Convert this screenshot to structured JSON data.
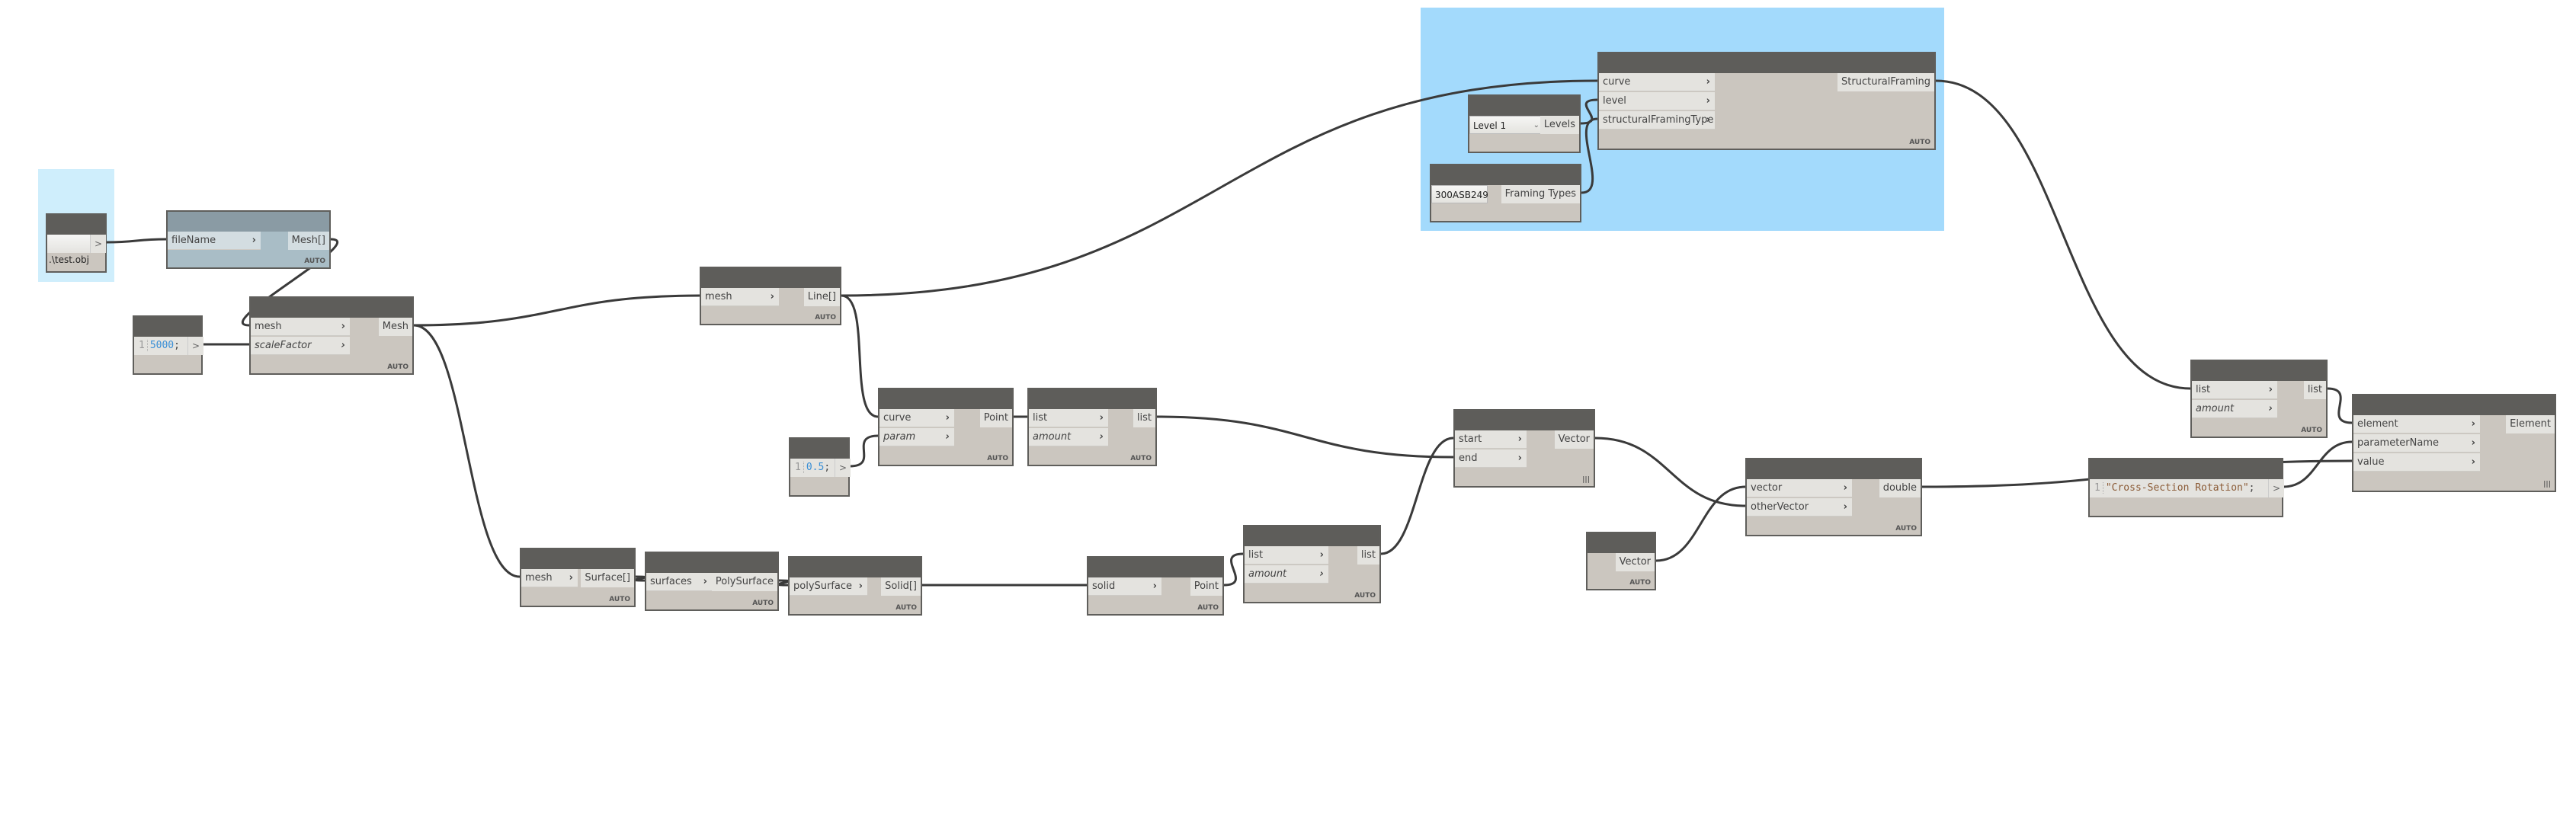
{
  "canvas": {
    "groups": [
      {
        "id": "g-file",
        "color": "#cfeefc"
      },
      {
        "id": "g-framing",
        "color": "#a3dafc"
      }
    ]
  },
  "nodes": {
    "file_path": {
      "value": ".\\test.obj",
      "button": ">"
    },
    "import_file": {
      "inputs": [
        "fileName"
      ],
      "output": "Mesh[]",
      "lacing": "AUTO"
    },
    "scale_code": {
      "line": "1",
      "value": "5000",
      "semi": ";",
      "button": ">"
    },
    "mesh_scale": {
      "inputs": [
        "mesh",
        "scaleFactor"
      ],
      "output": "Mesh",
      "lacing": "AUTO"
    },
    "mesh_edges": {
      "inputs": [
        "mesh"
      ],
      "output": "Line[]",
      "lacing": "AUTO"
    },
    "param_code": {
      "line": "1",
      "value": "0.5",
      "semi": ";",
      "button": ">"
    },
    "point_at_param": {
      "inputs": [
        "curve",
        "param"
      ],
      "output": "Point",
      "lacing": "AUTO"
    },
    "list_a": {
      "inputs": [
        "list",
        "amount"
      ],
      "output": "list",
      "lacing": "AUTO"
    },
    "mesh_to_surface": {
      "inputs": [
        "mesh"
      ],
      "output": "Surface[]",
      "lacing": "AUTO"
    },
    "polysurface": {
      "inputs": [
        "surfaces"
      ],
      "output": "PolySurface",
      "lacing": "AUTO"
    },
    "solid": {
      "inputs": [
        "polySurface"
      ],
      "output": "Solid[]",
      "lacing": "AUTO"
    },
    "centroid": {
      "inputs": [
        "solid"
      ],
      "output": "Point",
      "lacing": "AUTO"
    },
    "list_b": {
      "inputs": [
        "list",
        "amount"
      ],
      "output": "list",
      "lacing": "AUTO"
    },
    "vector_two_points": {
      "inputs": [
        "start",
        "end"
      ],
      "output": "Vector",
      "lacing": "|||"
    },
    "vector_const": {
      "output": "Vector",
      "lacing": "AUTO"
    },
    "angle": {
      "inputs": [
        "vector",
        "otherVector"
      ],
      "output": "double",
      "lacing": "AUTO"
    },
    "param_name_code": {
      "line": "1",
      "value": "\"Cross-Section Rotation\"",
      "semi": ";",
      "button": ">"
    },
    "levels": {
      "selected": "Level 1",
      "output": "Levels"
    },
    "framing_types": {
      "selected": "300ASB249",
      "output": "Framing Types"
    },
    "structural_framing": {
      "inputs": [
        "curve",
        "level",
        "structuralFramingType"
      ],
      "output": "StructuralFraming",
      "lacing": "AUTO"
    },
    "list_c": {
      "inputs": [
        "list",
        "amount"
      ],
      "output": "list",
      "lacing": "AUTO"
    },
    "set_parameter": {
      "inputs": [
        "element",
        "parameterName",
        "value"
      ],
      "output": "Element",
      "lacing": "|||"
    }
  },
  "colors": {
    "node_header": "#5e5d5a",
    "node_body": "#cbc6bf",
    "port_bg": "#e4e3df",
    "wire": "#3a3a3a",
    "number": "#3a8fd6",
    "string": "#8a5a35"
  }
}
